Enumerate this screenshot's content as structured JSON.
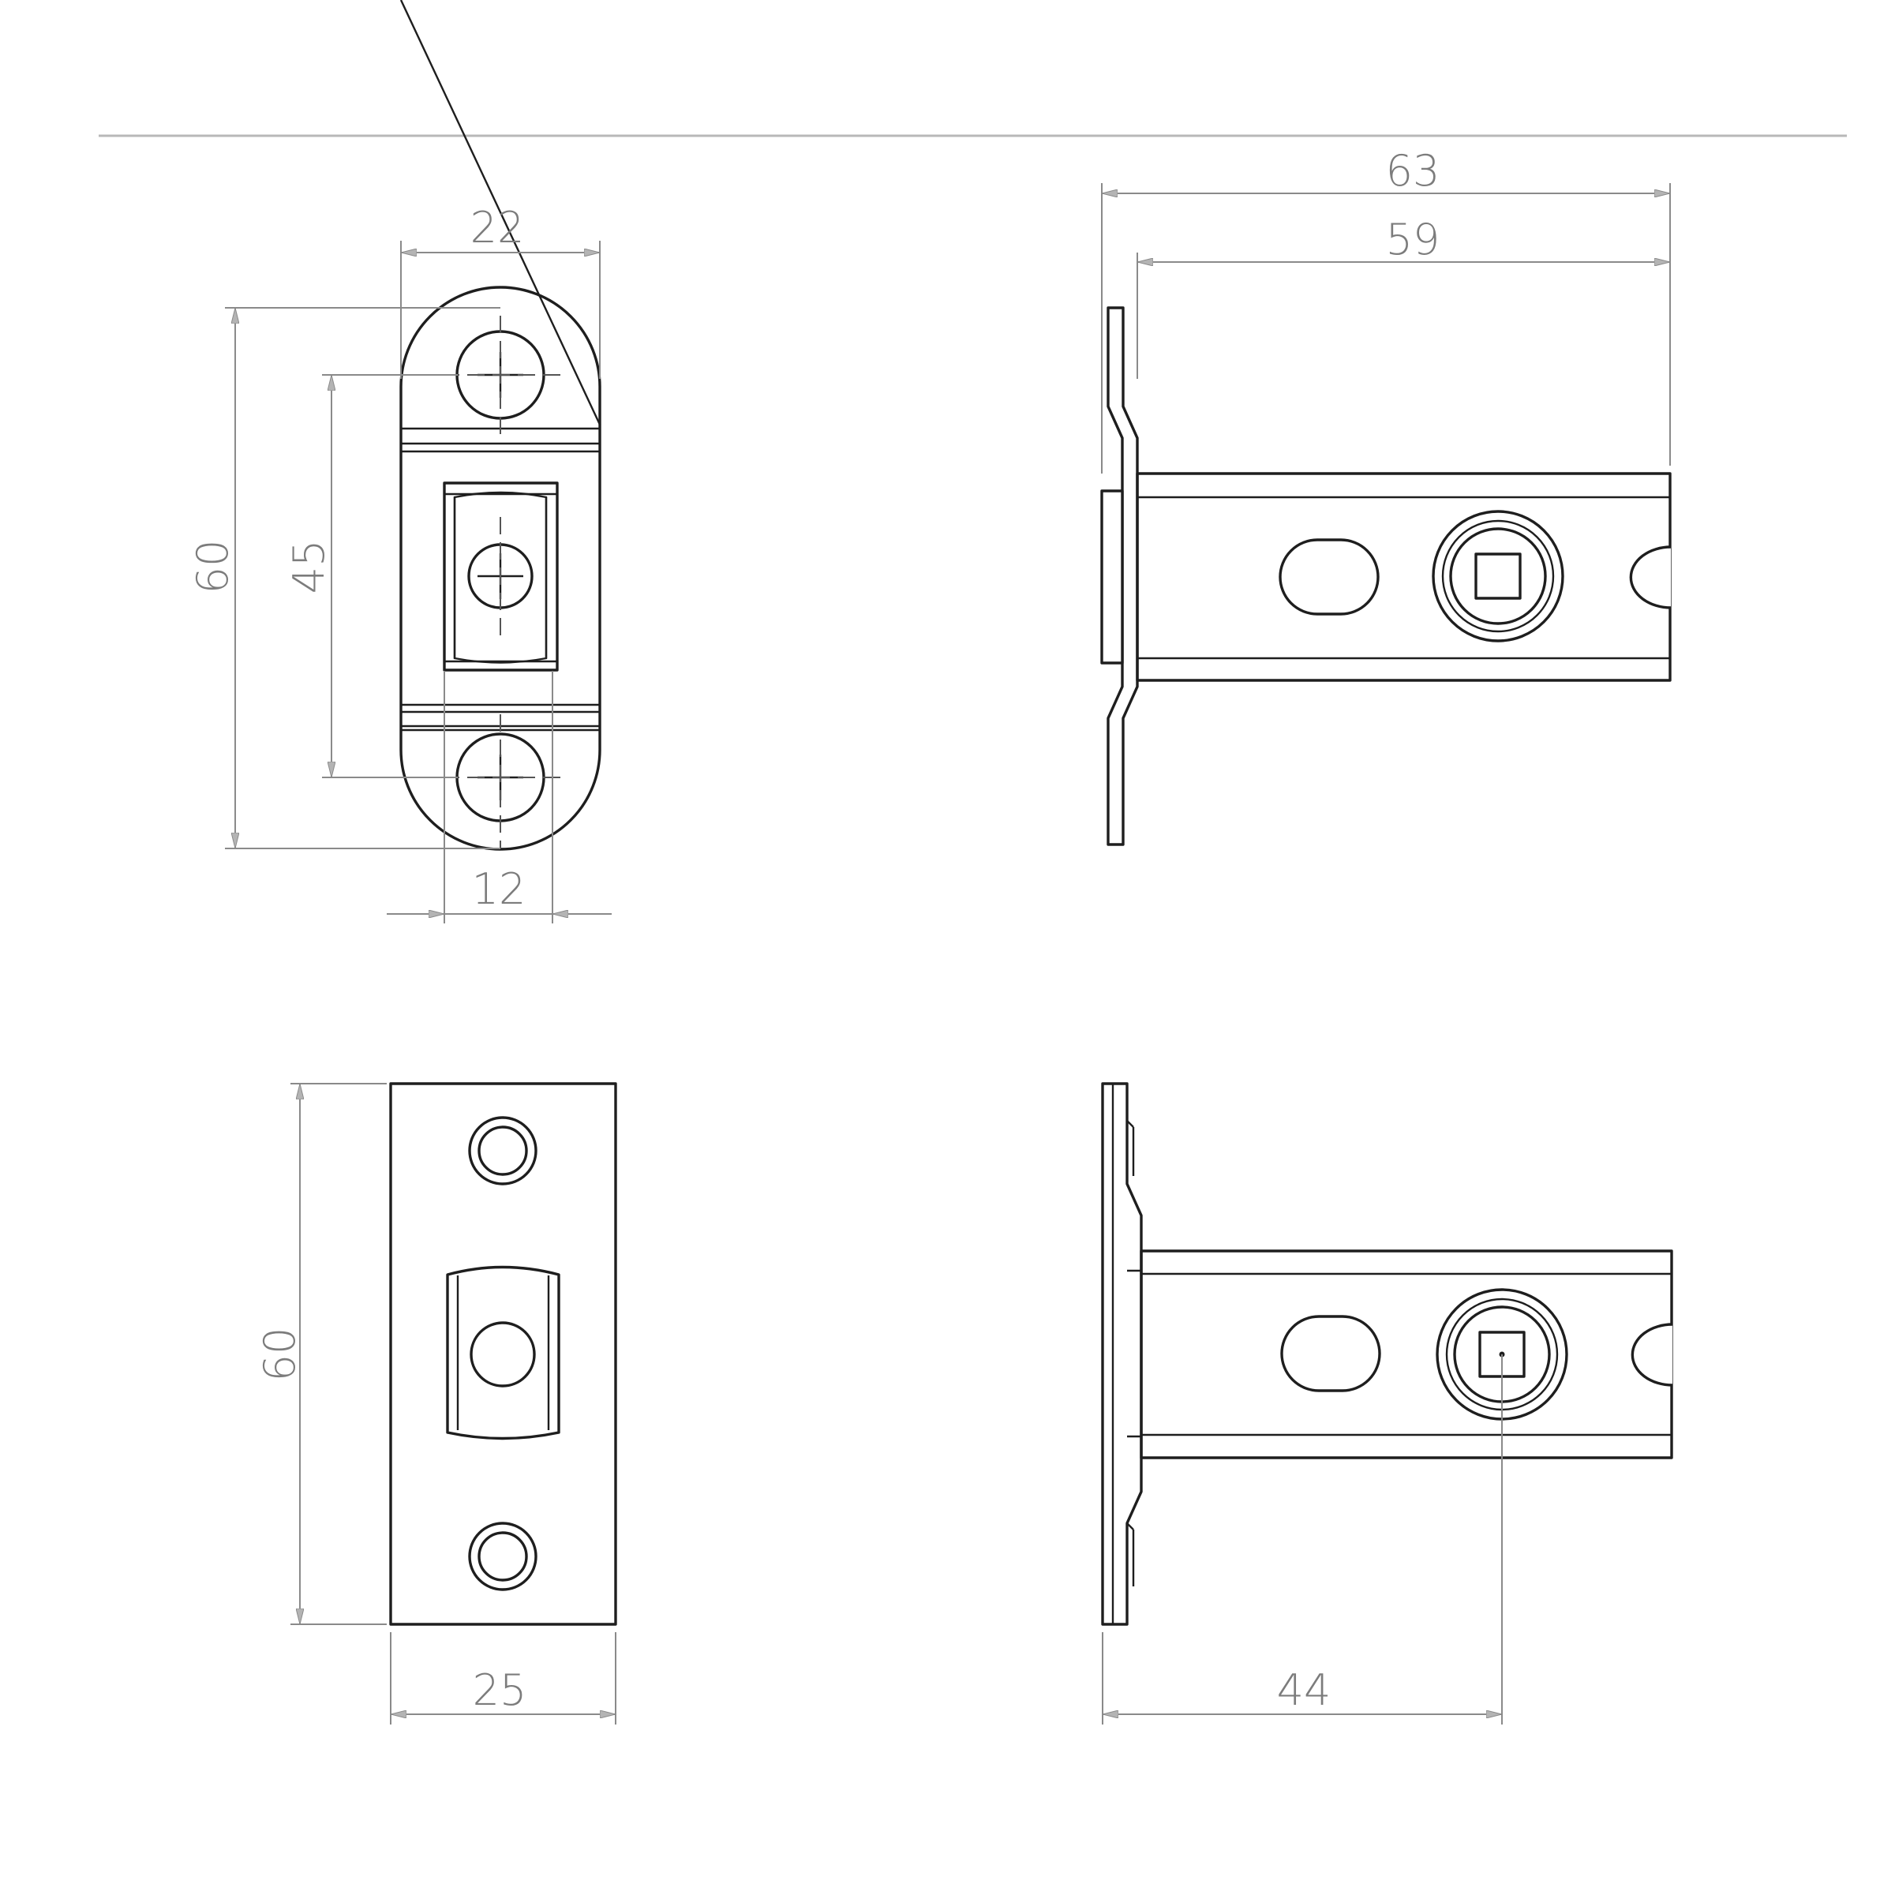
{
  "dimensions": {
    "forend_width": "22",
    "forend_height": "60",
    "fixing_centres": "45",
    "latch_width": "12",
    "backset_overall": "63",
    "body_length": "59",
    "striker_height": "60",
    "striker_width": "25",
    "backset": "44"
  },
  "colors": {
    "line": "#1e1e1e",
    "dimension": "#8a8a8a",
    "text": "#7c7c7c",
    "rule": "#b8b8b8"
  }
}
